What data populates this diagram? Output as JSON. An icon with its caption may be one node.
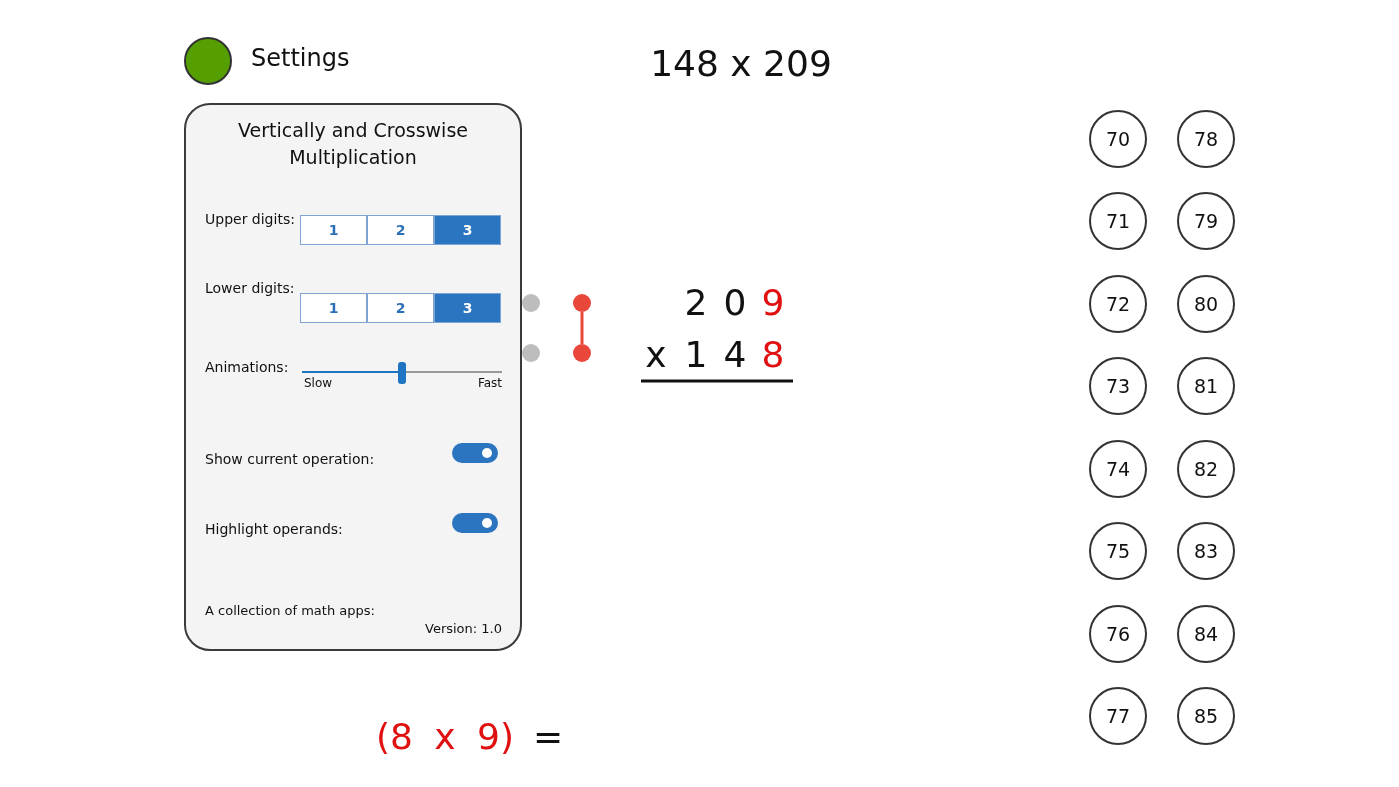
{
  "diagram": {
    "nodes": [
      {
        "text": [],
        "shape": "circle",
        "beside": [
          "Settings"
        ]
      },
      {
        "text": [
          "Vertically and Crosswise Multiplication"
        ]
      },
      {
        "text": [],
        "shape": "circle"
      },
      {
        "text": [],
        "shape": "circle"
      },
      {
        "text": [],
        "shape": "circle"
      },
      {
        "text": [],
        "shape": "circle"
      },
      {
        "text": [
          "70"
        ]
      },
      {
        "text": [
          "78"
        ]
      },
      {
        "text": [
          "71"
        ]
      },
      {
        "text": [
          "79"
        ]
      },
      {
        "text": [
          "72"
        ]
      },
      {
        "text": [
          "80"
        ]
      },
      {
        "text": [
          "73"
        ]
      },
      {
        "text": [
          "81"
        ]
      },
      {
        "text": [
          "74"
        ]
      },
      {
        "text": [
          "82"
        ]
      },
      {
        "text": [
          "75"
        ]
      },
      {
        "text": [
          "83"
        ]
      },
      {
        "text": [
          "76"
        ]
      },
      {
        "text": [
          "84"
        ]
      },
      {
        "text": [
          "77"
        ]
      },
      {
        "text": [
          "85"
        ]
      }
    ],
    "edges": [
      {
        "from": 4,
        "to": 5,
        "arrow": "none",
        "color": "#e8473a"
      }
    ],
    "labels": [
      "148 x 209",
      "Upper digits:",
      "1",
      "2",
      "3",
      "Lower digits:",
      "1",
      "2",
      "3",
      "Animations:",
      "Slow",
      "Fast",
      "Show current operation:",
      "Highlight operands:",
      "A collection of math apps:",
      "Version: 1.0",
      "2",
      "0",
      "9",
      "x",
      "1",
      "4",
      "8",
      "(8 x 9)",
      "="
    ]
  }
}
